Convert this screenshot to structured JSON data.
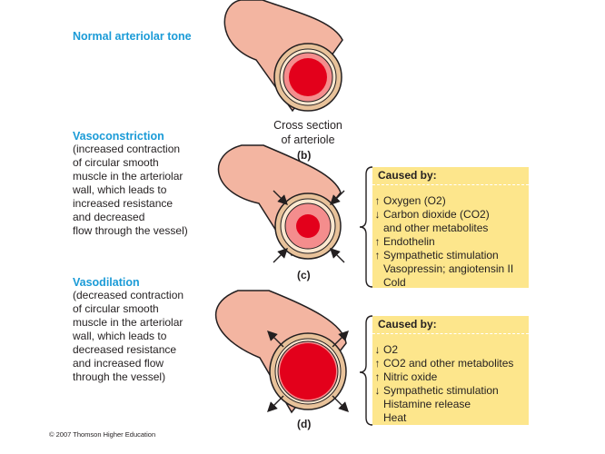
{
  "normal": {
    "heading": "Normal arteriolar tone",
    "caption": "Cross section\nof arteriole",
    "label": "(b)"
  },
  "vasoconstriction": {
    "heading": "Vasoconstriction",
    "description": "(increased contraction\nof circular smooth\nmuscle in the arteriolar\nwall, which leads to\nincreased resistance\nand decreased\nflow through the vessel)",
    "label": "(c)",
    "caused_by_title": "Caused by:",
    "causes": [
      {
        "arrow": "↑",
        "text": "Oxygen (O2)"
      },
      {
        "arrow": "↓",
        "text": "Carbon dioxide (CO2)"
      },
      {
        "arrow": "",
        "text": "and other metabolites"
      },
      {
        "arrow": "↑",
        "text": "Endothelin"
      },
      {
        "arrow": "↑",
        "text": "Sympathetic stimulation"
      },
      {
        "arrow": "",
        "text": "Vasopressin; angiotensin II"
      },
      {
        "arrow": "",
        "text": "Cold"
      }
    ]
  },
  "vasodilation": {
    "heading": "Vasodilation",
    "description": "(decreased contraction\nof circular smooth\nmuscle in the arteriolar\nwall, which leads to\ndecreased resistance\nand increased flow\nthrough the vessel)",
    "label": "(d)",
    "caused_by_title": "Caused by:",
    "causes": [
      {
        "arrow": "↓",
        "text": "O2"
      },
      {
        "arrow": "↑",
        "text": "CO2 and other metabolites"
      },
      {
        "arrow": "↑",
        "text": "Nitric oxide"
      },
      {
        "arrow": "↓",
        "text": "Sympathetic stimulation"
      },
      {
        "arrow": "",
        "text": "Histamine release"
      },
      {
        "arrow": "",
        "text": "Heat"
      }
    ]
  },
  "copyright": "© 2007 Thomson Higher Education",
  "colors": {
    "heading": "#1b9bd7",
    "vessel_outer": "#f3b5a1",
    "ring_tan": "#e8c29a",
    "ring_cream": "#fbe7cf",
    "wall_pink": "#f48d8d",
    "lumen_red": "#e3001b",
    "cause_box": "#fde68c"
  }
}
